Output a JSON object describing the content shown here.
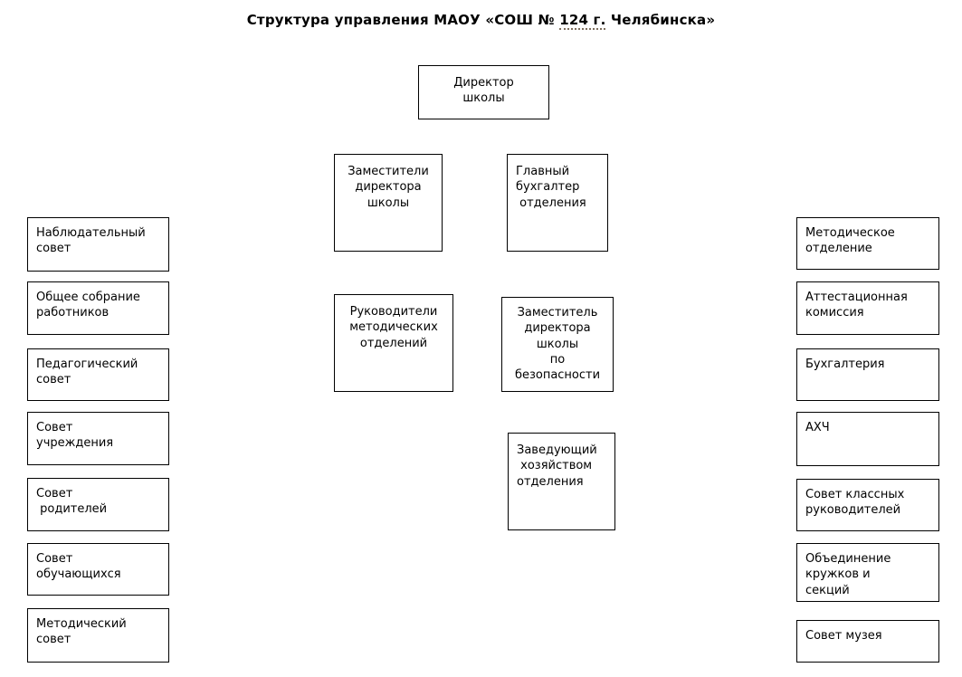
{
  "title": {
    "prefix": "Структура управления МАОУ «СОШ № ",
    "spellcheck_marked": "124 г.",
    "suffix": " Челябинска»"
  },
  "colors": {
    "background": "#ffffff",
    "box_border": "#000000",
    "text": "#000000",
    "spellcheck_underline": "#7e6e5d"
  },
  "org": {
    "director": {
      "label": "Директор\nшколы"
    },
    "deputies": {
      "label": "Заместители\nдиректора\nшколы"
    },
    "chief_accountant": {
      "label": "Главный\nбухгалтер\n отделения"
    },
    "method_heads": {
      "label": "Руководители\nметодических\nотделений"
    },
    "deputy_security": {
      "label": "Заместитель\nдиректора\nшколы\nпо\nбезопасности"
    },
    "household_head": {
      "label": "Заведующий\n хозяйством\nотделения"
    },
    "left_column": [
      {
        "label": "Наблюдательный\nсовет"
      },
      {
        "label": "Общее собрание\nработников"
      },
      {
        "label": "Педагогический\nсовет"
      },
      {
        "label": "Совет\nучреждения"
      },
      {
        "label": "Совет\n родителей"
      },
      {
        "label": "Совет\nобучающихся"
      },
      {
        "label": "Методический\nсовет"
      }
    ],
    "right_column": [
      {
        "label": "Методическое\nотделение"
      },
      {
        "label": "Аттестационная\nкомиссия"
      },
      {
        "label": "Бухгалтерия"
      },
      {
        "label": "АХЧ"
      },
      {
        "label": "Совет классных\nруководителей"
      },
      {
        "label": "Объединение\nкружков и\nсекций"
      },
      {
        "label": "Совет музея"
      }
    ]
  }
}
